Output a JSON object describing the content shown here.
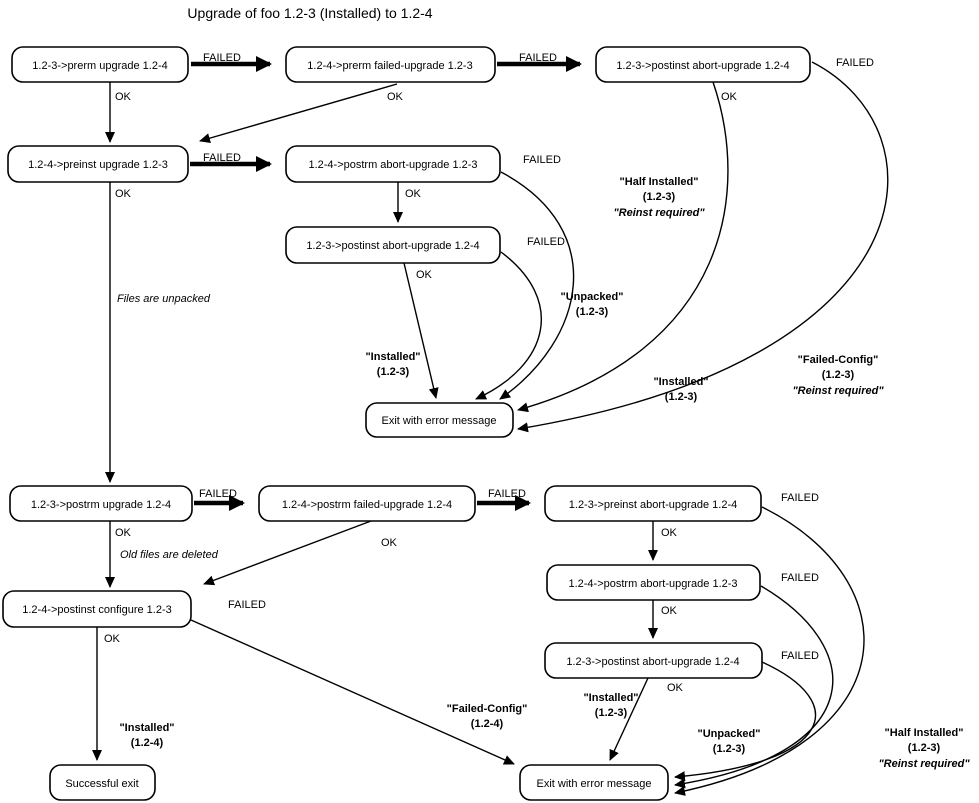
{
  "title": "Upgrade of foo 1.2-3 (Installed) to 1.2-4",
  "colors": {
    "stroke": "#000000",
    "background": "#ffffff"
  },
  "edge": {
    "ok": "OK",
    "failed": "FAILED"
  },
  "nodes": {
    "prerm_upgrade": "1.2-3->prerm upgrade 1.2-4",
    "prerm_failed_upgrade": "1.2-4->prerm failed-upgrade 1.2-3",
    "postinst_abort_top": "1.2-3->postinst abort-upgrade 1.2-4",
    "preinst_upgrade": "1.2-4->preinst upgrade 1.2-3",
    "postrm_abort_mid": "1.2-4->postrm abort-upgrade 1.2-3",
    "postinst_abort_mid": "1.2-3->postinst abort-upgrade 1.2-4",
    "exit_error_top": "Exit with error message",
    "postrm_upgrade": "1.2-3->postrm upgrade 1.2-4",
    "postrm_failed_upgrade": "1.2-4->postrm failed-upgrade 1.2-4",
    "preinst_abort": "1.2-3->preinst abort-upgrade 1.2-4",
    "postrm_abort_bottom": "1.2-4->postrm abort-upgrade 1.2-3",
    "postinst_configure": "1.2-4->postinst configure 1.2-3",
    "postinst_abort_bottom": "1.2-3->postinst abort-upgrade 1.2-4",
    "successful_exit": "Successful exit",
    "exit_error_bottom": "Exit with error message"
  },
  "notes": {
    "files_unpacked": "Files are unpacked",
    "old_files_deleted": "Old files are deleted"
  },
  "states": {
    "half_installed_top": {
      "l1": "\"Half Installed\"",
      "l2": "(1.2-3)",
      "l3": "\"Reinst required\""
    },
    "unpacked_top": {
      "l1": "\"Unpacked\"",
      "l2": "(1.2-3)"
    },
    "installed_top_left": {
      "l1": "\"Installed\"",
      "l2": "(1.2-3)"
    },
    "installed_top_right": {
      "l1": "\"Installed\"",
      "l2": "(1.2-3)"
    },
    "failed_config_top": {
      "l1": "\"Failed-Config\"",
      "l2": "(1.2-3)",
      "l3": "\"Reinst required\""
    },
    "installed_success": {
      "l1": "\"Installed\"",
      "l2": "(1.2-4)"
    },
    "failed_config_bottom": {
      "l1": "\"Failed-Config\"",
      "l2": "(1.2-4)"
    },
    "installed_bottom": {
      "l1": "\"Installed\"",
      "l2": "(1.2-3)"
    },
    "unpacked_bottom": {
      "l1": "\"Unpacked\"",
      "l2": "(1.2-3)"
    },
    "half_installed_bottom": {
      "l1": "\"Half Installed\"",
      "l2": "(1.2-3)",
      "l3": "\"Reinst required\""
    }
  }
}
